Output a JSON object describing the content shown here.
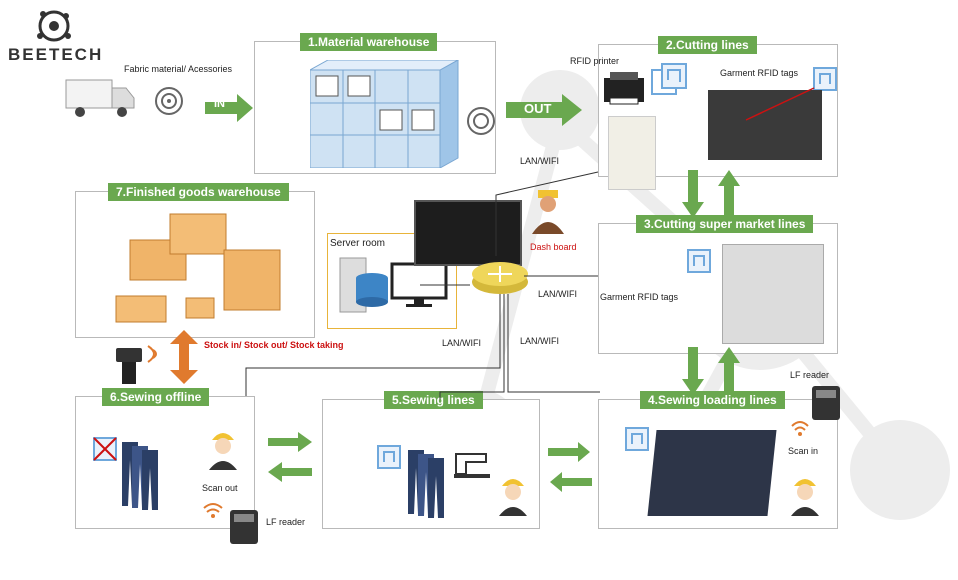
{
  "logo": {
    "text": "BEETECH"
  },
  "colors": {
    "green": "#6aa84f",
    "orange": "#e07a2e",
    "red": "#cc1111",
    "rfid_blue": "#6fa8dc"
  },
  "nodes": {
    "material_warehouse": {
      "title": "1.Material warehouse"
    },
    "cutting_lines": {
      "title": "2.Cutting lines",
      "rfid_printer": "RFID printer",
      "garment_tags": "Garment RFID tags"
    },
    "cutting_super_market": {
      "title": "3.Cutting super market lines",
      "garment_tags": "Garment RFID tags"
    },
    "sewing_loading": {
      "title": "4.Sewing loading lines",
      "lf_reader": "LF reader",
      "scan_in": "Scan in"
    },
    "sewing_lines": {
      "title": "5.Sewing lines"
    },
    "sewing_offline": {
      "title": "6.Sewing offline",
      "scan_out": "Scan out",
      "lf_reader": "LF reader"
    },
    "finished_goods": {
      "title": "7.Finished goods warehouse"
    },
    "server_room": {
      "title": "Server room"
    }
  },
  "labels": {
    "fabric": "Fabric material/ Acessories",
    "in": "IN",
    "out": "OUT",
    "dash_board": "Dash board",
    "stock": "Stock in/ Stock out/ Stock taking",
    "lan1": "LAN/WIFI",
    "lan2": "LAN/WIFI",
    "lan3": "LAN/WIFI",
    "lan4": "LAN/WIFI"
  }
}
